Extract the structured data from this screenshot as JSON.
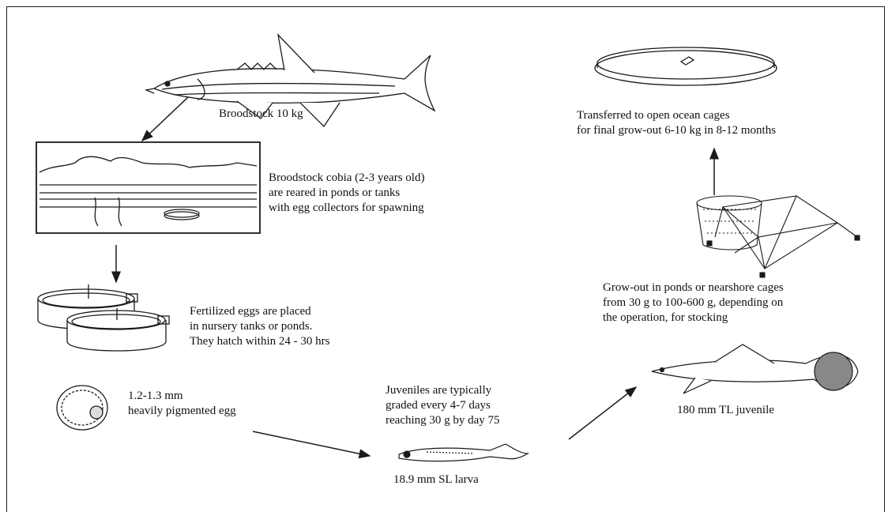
{
  "stages": {
    "broodstock_fish": "Broodstock 10 kg",
    "pond_rearing": [
      "Broodstock cobia (2-3 years old)",
      "are reared in ponds or tanks",
      "with egg collectors for spawning"
    ],
    "nursery": [
      "Fertilized eggs are placed",
      "in nursery tanks or ponds.",
      "They hatch within 24 - 30 hrs"
    ],
    "egg": [
      "1.2-1.3 mm",
      "heavily pigmented egg"
    ],
    "juveniles": [
      "Juveniles are typically",
      "graded every 4-7 days",
      "reaching 30 g by day 75"
    ],
    "larva": "18.9 mm SL larva",
    "juvenile_180": "180 mm TL juvenile",
    "growout": [
      "Grow-out in ponds or nearshore cages",
      "from 30 g to 100-600 g, depending on",
      "the operation, for stocking"
    ],
    "ocean_cages": [
      "Transferred to open ocean cages",
      "for final grow-out 6-10 kg in 8-12 months"
    ]
  },
  "colors": {
    "ink": "#1a1a1a",
    "background": "#ffffff"
  }
}
